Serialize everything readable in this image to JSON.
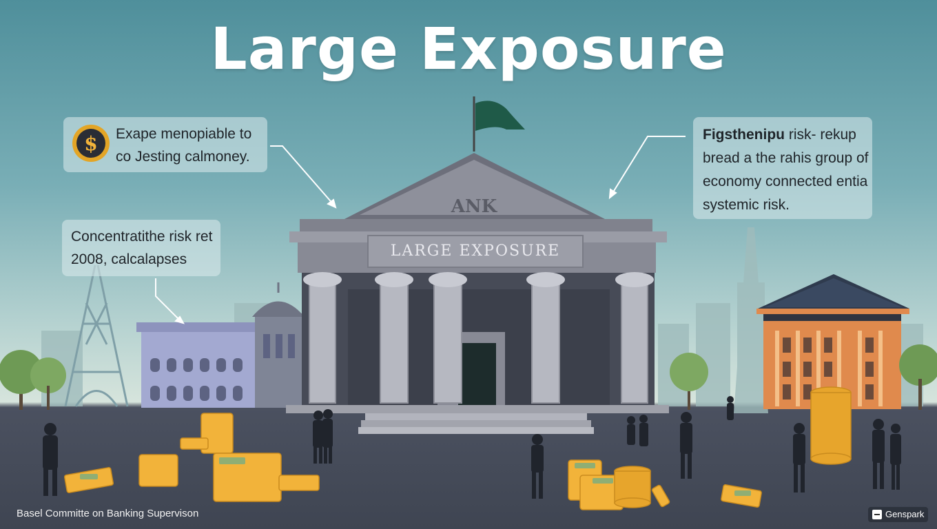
{
  "title": "Large Exposure",
  "bank": {
    "pediment_text": "ANK",
    "frieze_text": "LARGE EXPOSURE"
  },
  "callouts": {
    "top_left": {
      "icon": "dollar-coin-icon",
      "text": "Exape menopiable to co Jesting calmoney."
    },
    "mid_left": {
      "text": "Concentratithe risk ret 2008, calcalapses"
    },
    "right": {
      "bold_text": "Figsthenipu",
      "text": " risk- rekup bread a the rahis group of economy connected entia systemic risk."
    }
  },
  "footer": {
    "source": "Basel Committe on Banking Supervison",
    "brand": "Genspark"
  },
  "colors": {
    "sky_top": "#4f8f9b",
    "bank_stone": "#8e8f98",
    "flag": "#1f5a48",
    "orange_building": "#e08a4d",
    "gold_coins": "#f2b33a",
    "ground": "#434957"
  }
}
